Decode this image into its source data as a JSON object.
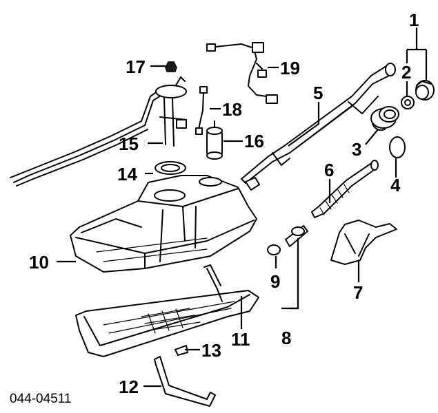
{
  "diagram_code": "044-04511",
  "callouts": {
    "c1": "1",
    "c2": "2",
    "c3": "3",
    "c4": "4",
    "c5": "5",
    "c6": "6",
    "c7": "7",
    "c8": "8",
    "c9": "9",
    "c10": "10",
    "c11": "11",
    "c12": "12",
    "c13": "13",
    "c14": "14",
    "c15": "15",
    "c16": "16",
    "c17": "17",
    "c18": "18",
    "c19": "19"
  },
  "colors": {
    "ink": "#000000",
    "background": "#ffffff"
  }
}
